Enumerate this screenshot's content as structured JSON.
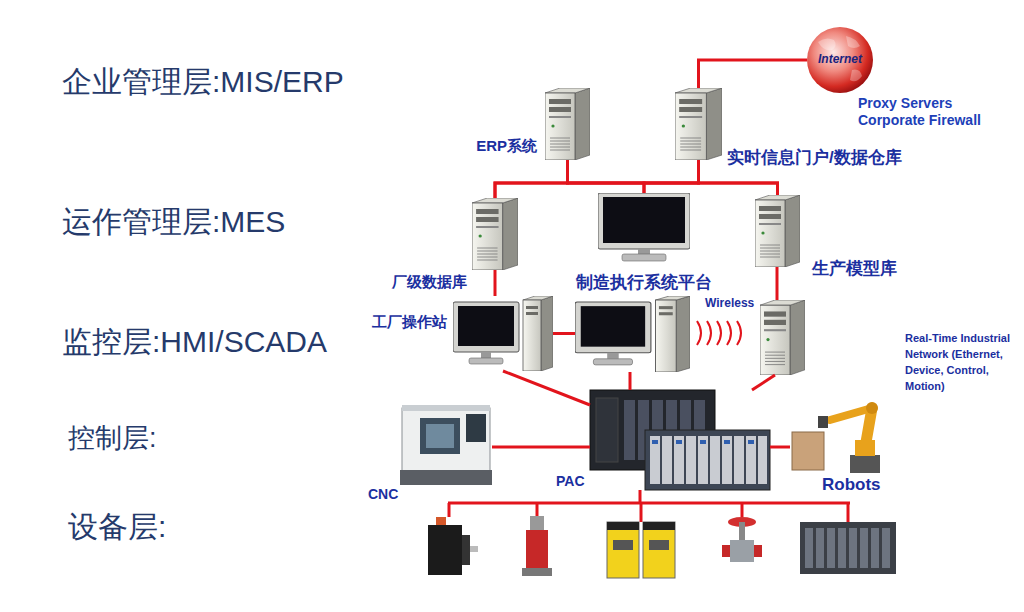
{
  "diagram": {
    "nodes": [
      {
        "text": [
          "Internet",
          "Proxy Servers Corporate Firewall"
        ]
      },
      {
        "text": [
          "ERP系统"
        ]
      },
      {
        "text": [
          "实时信息门户/数据仓库"
        ]
      },
      {
        "text": [
          "厂级数据库"
        ]
      },
      {
        "text": [
          "制造执行系统平台"
        ]
      },
      {
        "text": [
          "生产模型库"
        ]
      },
      {
        "text": [
          "工厂操作站"
        ]
      },
      {
        "text": [
          "Wireless"
        ]
      },
      {
        "text": [
          "CNC"
        ]
      },
      {
        "text": [
          "PAC"
        ]
      },
      {
        "text": [
          "Robots"
        ]
      }
    ],
    "edges": [
      {
        "from": 2,
        "to": 0,
        "arrow": "none"
      },
      {
        "from": 1,
        "to": 3,
        "arrow": "none"
      },
      {
        "from": 1,
        "to": 4,
        "arrow": "none"
      },
      {
        "from": 1,
        "to": 5,
        "arrow": "none"
      },
      {
        "from": 2,
        "to": 3,
        "arrow": "none"
      },
      {
        "from": 2,
        "to": 4,
        "arrow": "none"
      },
      {
        "from": 2,
        "to": 5,
        "arrow": "none"
      },
      {
        "from": 3,
        "to": 6,
        "arrow": "none"
      },
      {
        "from": 6,
        "to": 7,
        "arrow": "none"
      },
      {
        "from": 6,
        "to": 9,
        "arrow": "none"
      },
      {
        "from": 7,
        "to": 9,
        "arrow": "none"
      },
      {
        "from": 8,
        "to": 9,
        "arrow": "none"
      },
      {
        "from": 9,
        "to": 10,
        "arrow": "none"
      }
    ],
    "labels": [
      "企业管理层:MIS/ERP",
      "运作管理层:MES",
      "监控层:HMI/SCADA",
      "控制层:",
      "设备层:",
      "Real-Time Industrial Network (Ethernet, Device, Control, Motion)"
    ]
  }
}
